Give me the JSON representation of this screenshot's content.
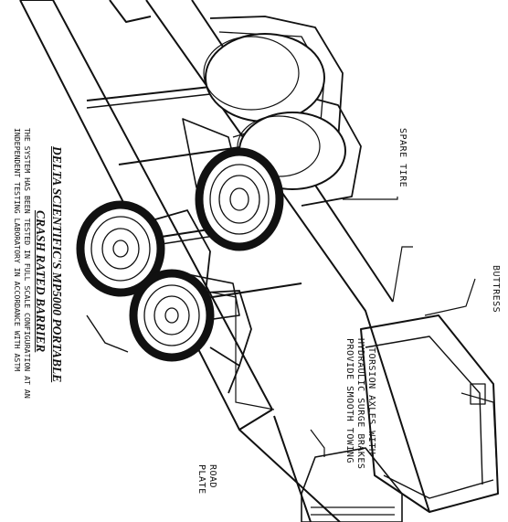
{
  "labels": {
    "spare_tire": "SPARE TIRE",
    "buttress": "BUTTRESS",
    "torsion_1": "TORSION AXLES WITH",
    "torsion_2": "HYDRAULIC SURGE BRAKES",
    "torsion_3": "PROVIDE SMOOTH TOWING",
    "road_1": "ROAD",
    "road_2": "PLATE"
  },
  "title": {
    "line1": "DELTA SCIENTIFIC'S MP5000 PORTABLE",
    "line2": "CRASH RATED BARRIER"
  },
  "body": {
    "line1": "THE SYSTEM HAS BEEN TESTED IN FULL SCALE CONFIGURATION AT AN",
    "line2": "INDEPENDENT TESTING LABORATORY IN ACCORDANCE WITH ASTM"
  },
  "colors": {
    "ink": "#111111",
    "paper": "#ffffff",
    "tire": "#1a1a1a"
  }
}
